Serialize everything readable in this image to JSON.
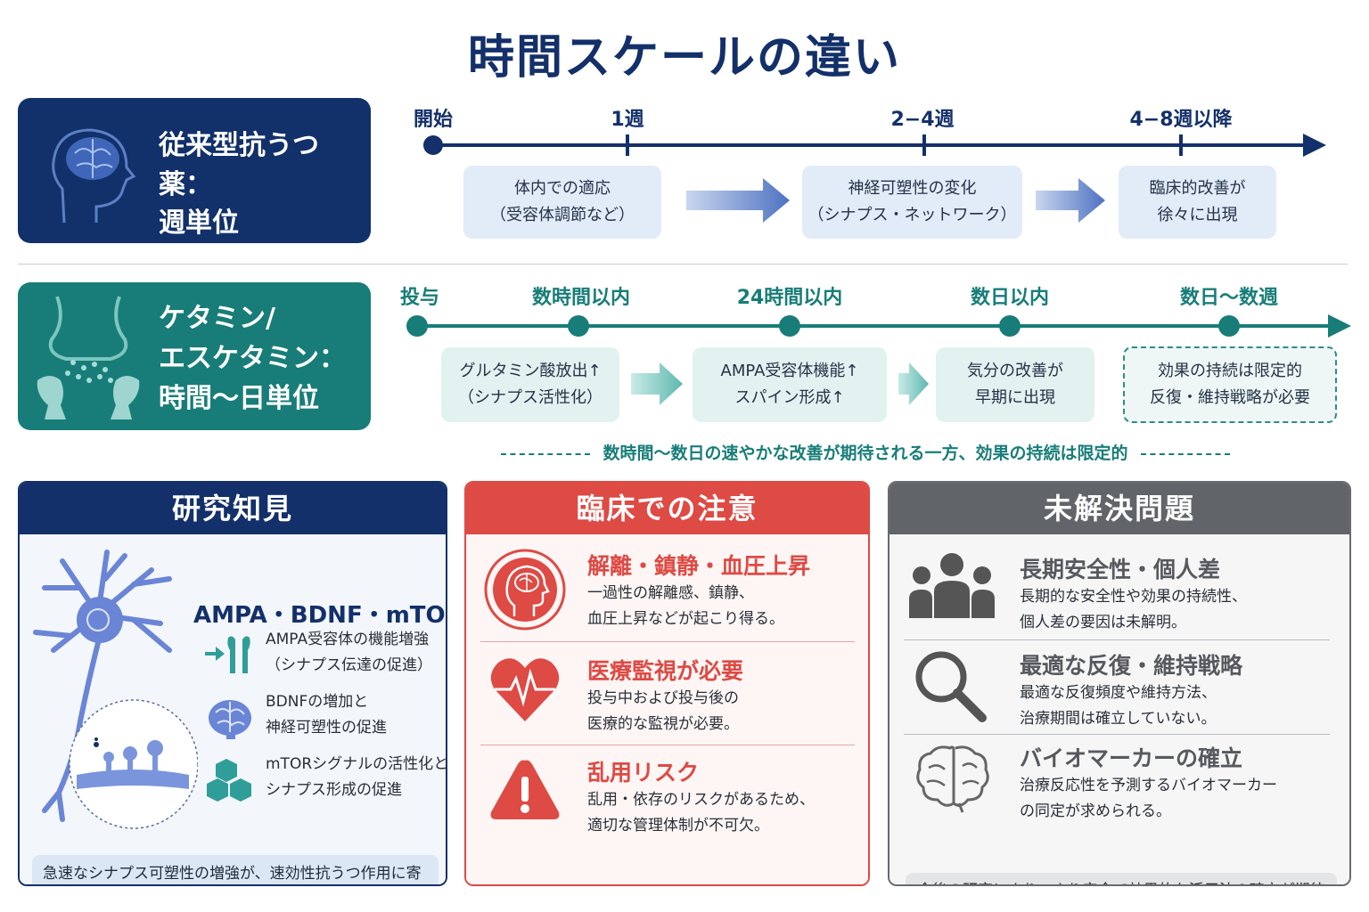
{
  "title": "時間スケールの違い",
  "conventional": {
    "label_line1": "従来型抗うつ薬：",
    "label_line2": "週単位",
    "timeline_labels": [
      "開始",
      "1週",
      "2−4週",
      "4−8週以降"
    ],
    "steps": [
      {
        "line1": "体内での適応",
        "line2": "（受容体調節など）"
      },
      {
        "line1": "神経可塑性の変化",
        "line2": "（シナプス・ネットワーク）"
      },
      {
        "line1": "臨床的改善が",
        "line2": "徐々に出現"
      }
    ]
  },
  "ketamine": {
    "label_line1": "ケタミン/",
    "label_line2": "エスケタミン：",
    "label_line3": "時間〜日単位",
    "timeline_labels": [
      "投与",
      "数時間以内",
      "24時間以内",
      "数日以内",
      "数日〜数週"
    ],
    "steps": [
      {
        "line1": "グルタミン酸放出↑",
        "line2": "（シナプス活性化）"
      },
      {
        "line1": "AMPA受容体機能↑",
        "line2": "スパイン形成↑"
      },
      {
        "line1": "気分の改善が",
        "line2": "早期に出現"
      },
      {
        "line1": "効果の持続は限定的",
        "line2": "反復・維持戦略が必要"
      }
    ],
    "summary": "数時間〜数日の速やかな改善が期待される一方、効果の持続は限定的"
  },
  "research": {
    "header": "研究知見",
    "headline": "AMPA・BDNF・mTOR",
    "items": [
      {
        "line1": "AMPA受容体の機能増強",
        "line2": "（シナプス伝達の促進）",
        "icon": "receptor-icon"
      },
      {
        "line1": "BDNFの増加と",
        "line2": "神経可塑性の促進",
        "icon": "brain-icon"
      },
      {
        "line1": "mTORシグナルの活性化と",
        "line2": "シナプス形成の促進",
        "icon": "hexagon-cluster-icon"
      }
    ],
    "conclusion": "急速なシナプス可塑性の増強が、速効性抗うつ作用に寄与する可能性が示されている。"
  },
  "caution": {
    "header": "臨床での注意",
    "items": [
      {
        "title": "解離・鎮静・血圧上昇",
        "line1": "一過性の解離感、鎮静、",
        "line2": "血圧上昇などが起こり得る。",
        "icon": "head-brain-icon"
      },
      {
        "title": "医療監視が必要",
        "line1": "投与中および投与後の",
        "line2": "医療的な監視が必要。",
        "icon": "heart-pulse-icon"
      },
      {
        "title": "乱用リスク",
        "line1": "乱用・依存のリスクがあるため、",
        "line2": "適切な管理体制が不可欠。",
        "icon": "warning-icon"
      }
    ]
  },
  "unresolved": {
    "header": "未解決問題",
    "items": [
      {
        "title": "長期安全性・個人差",
        "line1": "長期的な安全性や効果の持続性、",
        "line2": "個人差の要因は未解明。",
        "icon": "people-icon"
      },
      {
        "title": "最適な反復・維持戦略",
        "line1": "最適な反復頻度や維持方法、",
        "line2": "治療期間は確立していない。",
        "icon": "magnifier-icon"
      },
      {
        "title": "バイオマーカーの確立",
        "line1": "治療反応性を予測するバイオマーカー",
        "line2": "の同定が求められる。",
        "icon": "brain-outline-icon"
      }
    ],
    "conclusion": "今後の研究により、より安全で効果的な活用法の確立が期待される。"
  },
  "colors": {
    "navy": "#13306a",
    "teal": "#187d78",
    "red": "#de4a44",
    "gray": "#616469"
  }
}
